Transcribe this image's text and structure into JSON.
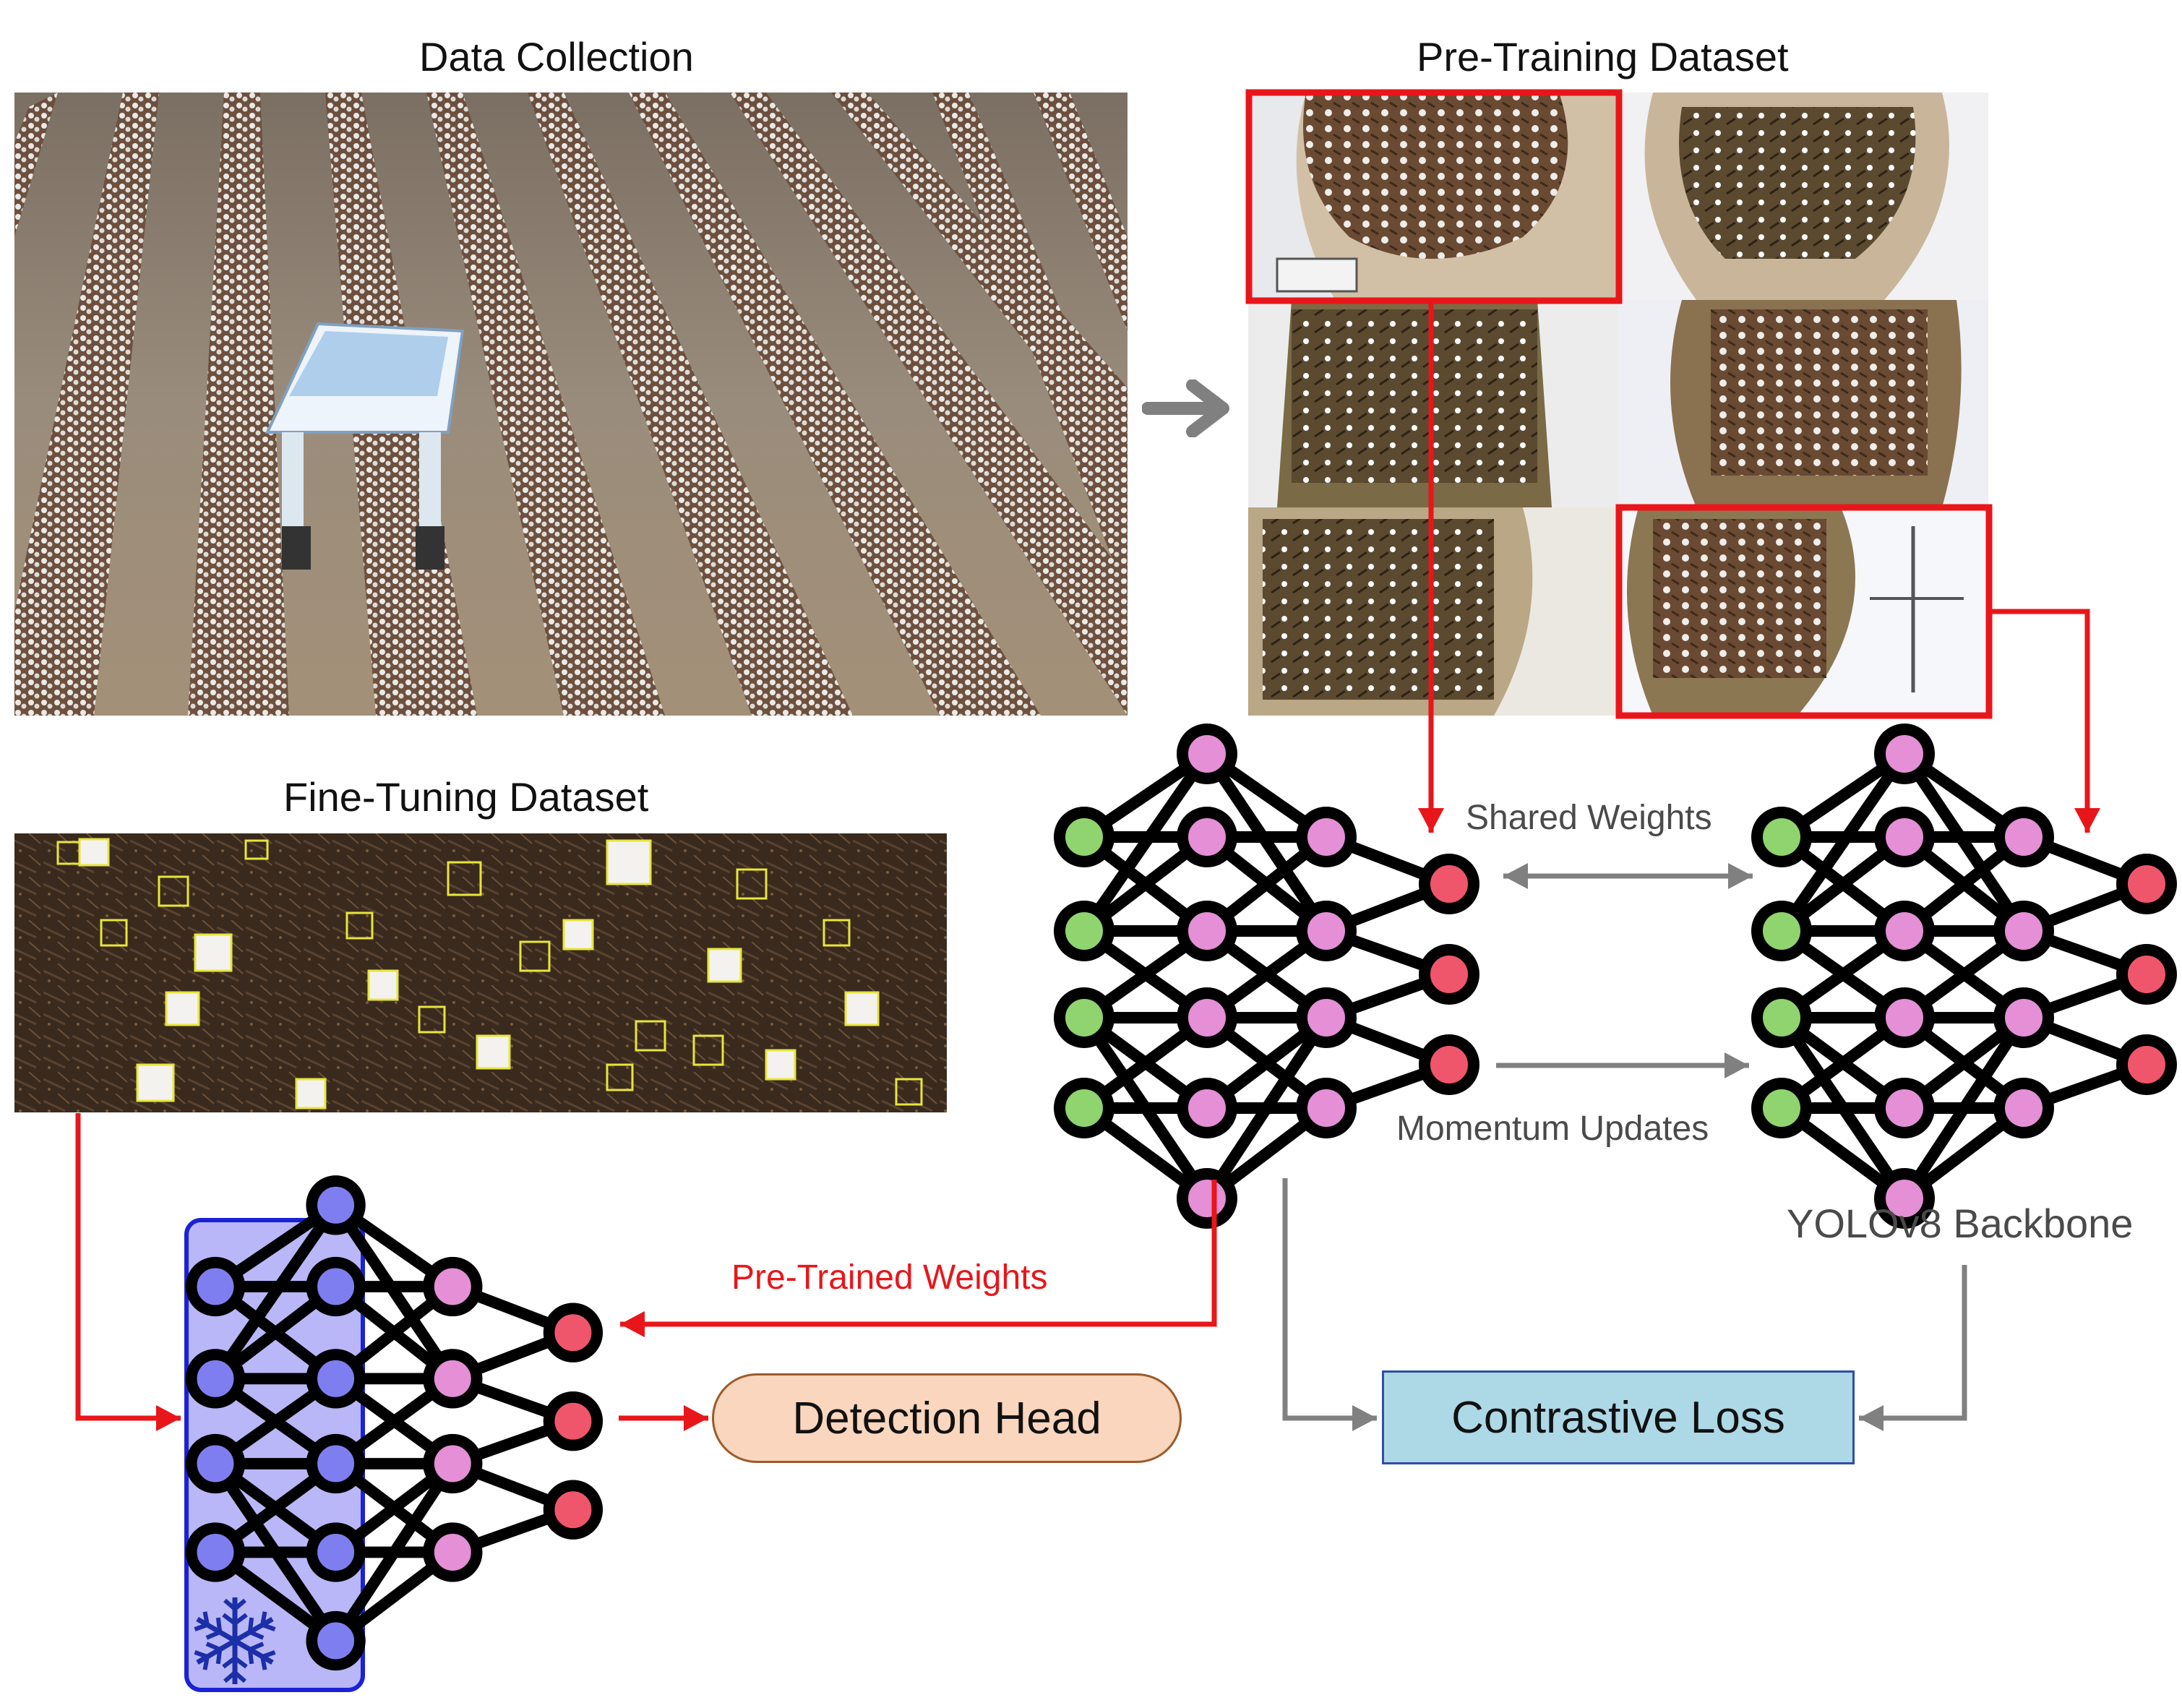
{
  "titles": {
    "data_collection": "Data Collection",
    "pretraining": "Pre-Training Dataset",
    "finetuning": "Fine-Tuning Dataset"
  },
  "labels": {
    "shared_weights": "Shared Weights",
    "momentum_updates": "Momentum Updates",
    "backbone": "YOLOv8 Backbone",
    "pretrained_weights": "Pre-Trained Weights"
  },
  "boxes": {
    "detection_head": "Detection Head",
    "contrastive_loss": "Contrastive Loss"
  },
  "colors": {
    "red": "#e8161a",
    "gray": "#808080",
    "green_node": "#8fd46e",
    "pink_node": "#e48fd6",
    "red_node": "#f0566b",
    "frozen_fill": "#b9b7f7",
    "frozen_stroke": "#1a22d6",
    "frozen_node": "#7f7ef0",
    "snowflake": "#1c2fa8",
    "head_fill": "#f9d6bd",
    "loss_fill": "#add8e6"
  },
  "icons": {
    "arrow": "right-arrow-icon",
    "freeze": "snowflake-icon"
  }
}
